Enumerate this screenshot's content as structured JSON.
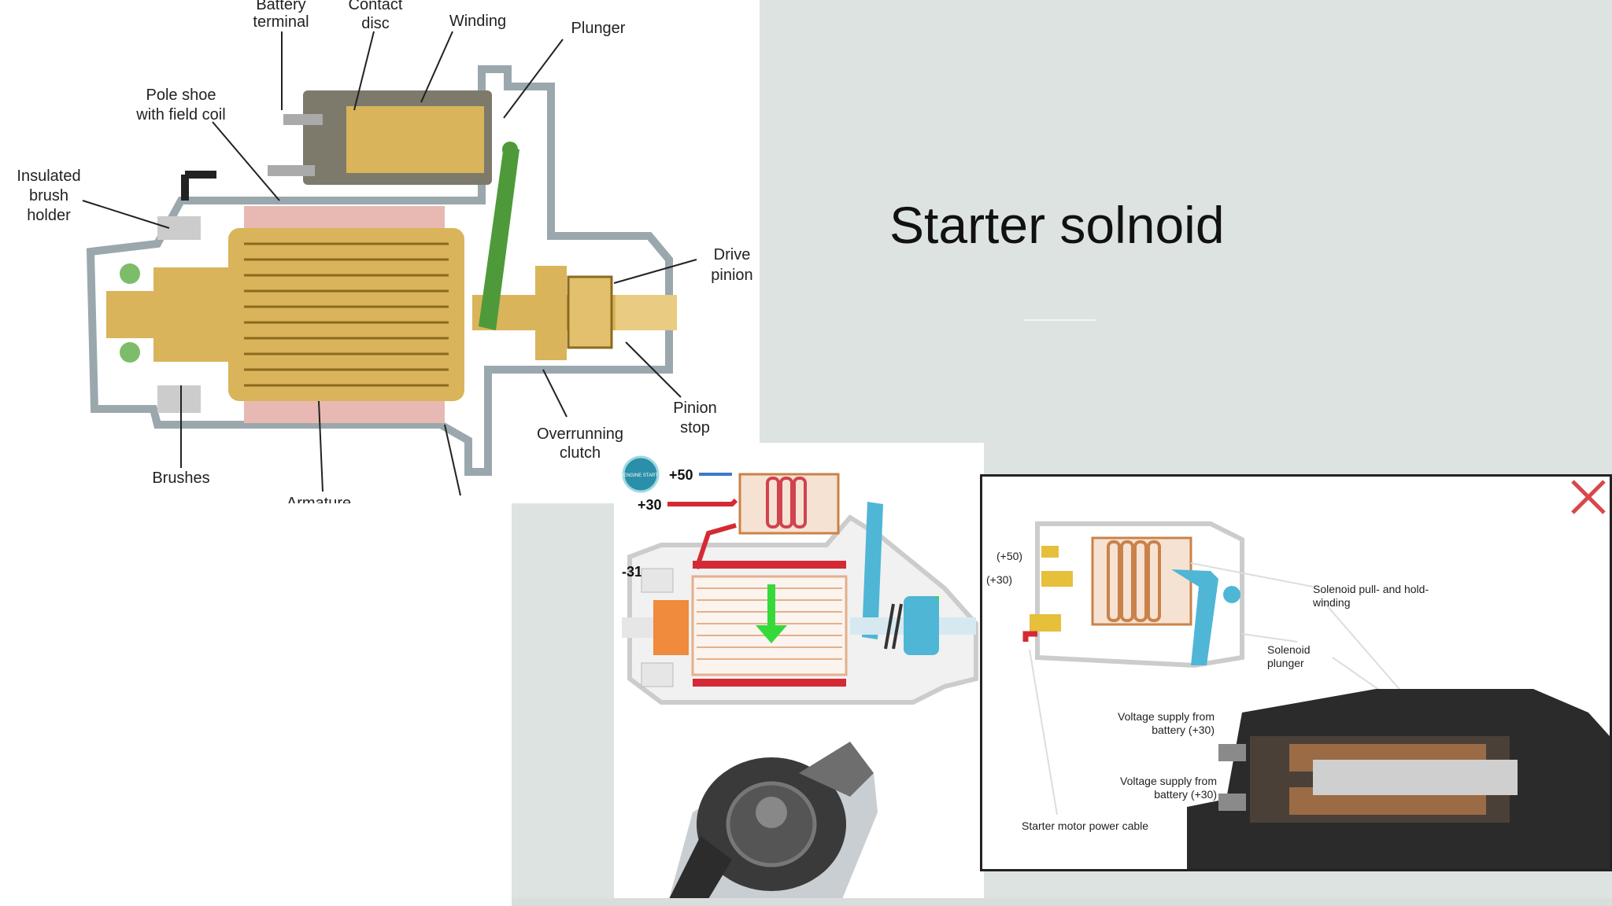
{
  "slide": {
    "title": "Starter solnoid"
  },
  "left_diagram": {
    "labels": {
      "battery_terminal_1": "Battery",
      "battery_terminal_2": "terminal",
      "contact_disc_1": "Contact",
      "contact_disc_2": "disc",
      "winding": "Winding",
      "plunger": "Plunger",
      "pole_shoe_1": "Pole shoe",
      "pole_shoe_2": "with field coil",
      "insulated_1": "Insulated",
      "insulated_2": "brush",
      "insulated_3": "holder",
      "drive_pinion_1": "Drive",
      "drive_pinion_2": "pinion",
      "pinion_stop_1": "Pinion",
      "pinion_stop_2": "stop",
      "overrunning_1": "Overrunning",
      "overrunning_2": "clutch",
      "brushes": "Brushes",
      "armature": "Armature"
    }
  },
  "mid_diagram": {
    "labels": {
      "t50": "+50",
      "t30": "+30",
      "t31": "-31",
      "engine_start": "ENGINE START"
    }
  },
  "right_diagram": {
    "labels": {
      "p50": "(+50)",
      "p30": "(+30)",
      "pull_hold_1": "Solenoid pull- and hold-",
      "pull_hold_2": "winding",
      "plunger_1": "Solenoid",
      "plunger_2": "plunger",
      "supply_a_1": "Voltage supply from",
      "supply_a_2": "battery (+30)",
      "supply_b_1": "Voltage supply from",
      "supply_b_2": "battery (+30)",
      "cable": "Starter motor power cable"
    }
  },
  "colors": {
    "background": "#ffffff",
    "panel": "#dde3e1",
    "brass": "#d9b45a",
    "green_arrow": "#36d93a",
    "blue_lever": "#4fb6d6",
    "red_wire": "#d42a35",
    "close_icon": "#d9474a"
  }
}
